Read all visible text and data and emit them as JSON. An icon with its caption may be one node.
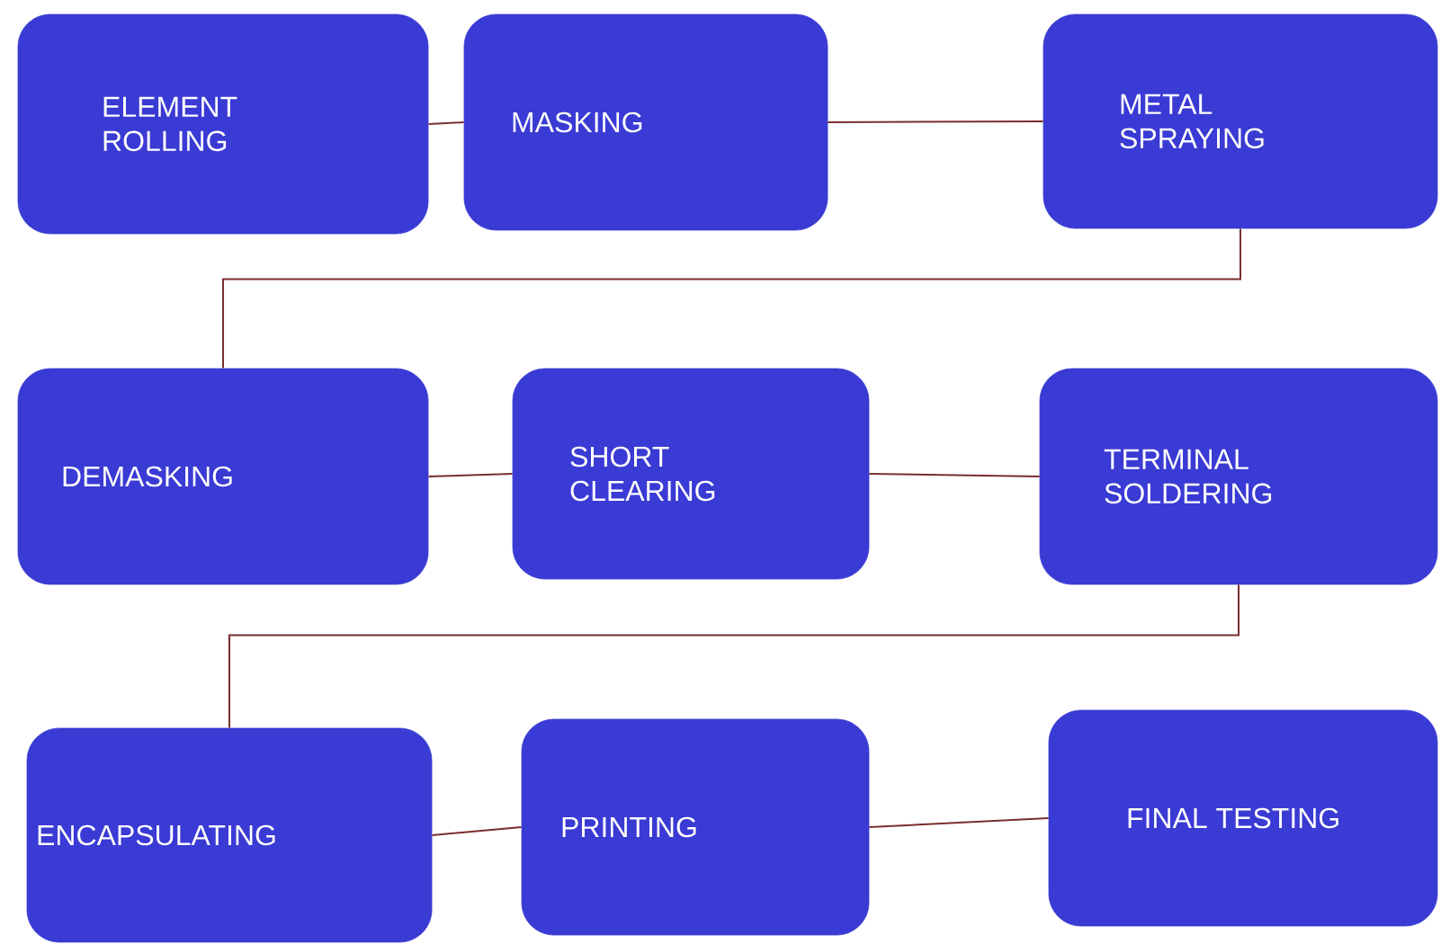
{
  "diagram": {
    "nodes": [
      {
        "text": [
          "ELEMENT ROLLING"
        ]
      },
      {
        "text": [
          "MASKING"
        ]
      },
      {
        "text": [
          "METAL SPRAYING"
        ]
      },
      {
        "text": [
          "DEMASKING"
        ]
      },
      {
        "text": [
          "SHORT CLEARING"
        ]
      },
      {
        "text": [
          "TERMINAL SOLDERING"
        ]
      },
      {
        "text": [
          "ENCAPSULATING"
        ]
      },
      {
        "text": [
          "PRINTING"
        ]
      },
      {
        "text": [
          "FINAL TESTING"
        ]
      }
    ],
    "edges": [
      {
        "from": 0,
        "to": 1,
        "arrow": "none"
      },
      {
        "from": 1,
        "to": 2,
        "arrow": "none"
      },
      {
        "from": 2,
        "to": 3,
        "arrow": "none"
      },
      {
        "from": 3,
        "to": 4,
        "arrow": "none"
      },
      {
        "from": 4,
        "to": 5,
        "arrow": "none"
      },
      {
        "from": 5,
        "to": 6,
        "arrow": "none"
      },
      {
        "from": 6,
        "to": 7,
        "arrow": "none"
      },
      {
        "from": 7,
        "to": 8,
        "arrow": "none"
      }
    ]
  }
}
